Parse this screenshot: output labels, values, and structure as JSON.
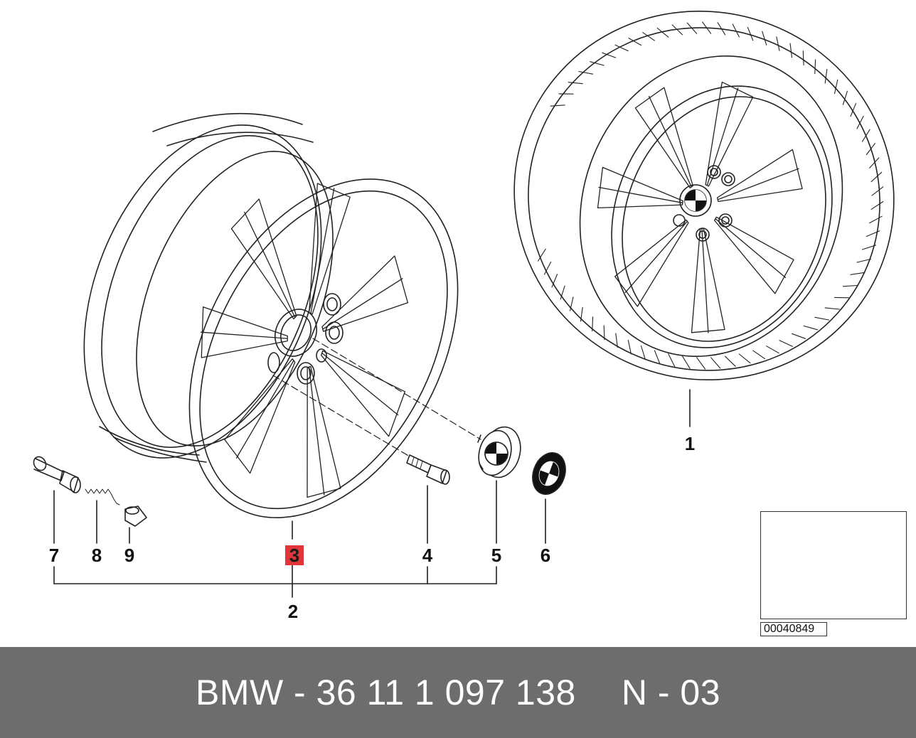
{
  "callouts": [
    {
      "id": "1",
      "label": "1"
    },
    {
      "id": "2",
      "label": "2"
    },
    {
      "id": "3",
      "label": "3",
      "highlighted": true
    },
    {
      "id": "4",
      "label": "4"
    },
    {
      "id": "5",
      "label": "5"
    },
    {
      "id": "6",
      "label": "6"
    },
    {
      "id": "7",
      "label": "7"
    },
    {
      "id": "8",
      "label": "8"
    },
    {
      "id": "9",
      "label": "9"
    }
  ],
  "reference_code": "00040849",
  "footer": {
    "part_number": "BMW - 36 11 1 097 138",
    "position": "N - 03"
  },
  "colors": {
    "highlight": "#e0363a",
    "footer_background": "#6d6d6d",
    "line": "#222222"
  }
}
